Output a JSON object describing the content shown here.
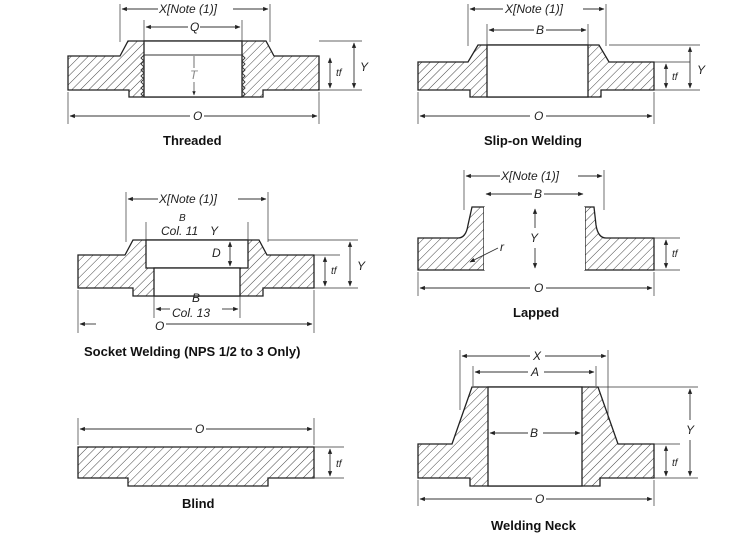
{
  "diagrams": {
    "threaded": {
      "caption": "Threaded",
      "x_label": "X[Note (1)]",
      "q_label": "Q",
      "t_label": "T",
      "tf_label": "tf",
      "y_label": "Y",
      "o_label": "O"
    },
    "slip_on": {
      "caption": "Slip-on Welding",
      "x_label": "X[Note (1)]",
      "b_label": "B",
      "tf_label": "tf",
      "y_label": "Y",
      "o_label": "O"
    },
    "socket": {
      "caption": "Socket Welding (NPS 1/2 to 3 Only)",
      "x_label": "X[Note (1)]",
      "b_top_label": "B",
      "col11_label": "Col. 11",
      "y_inner_label": "Y",
      "d_label": "D",
      "tf_label": "tf",
      "y_label": "Y",
      "b_bottom_label": "B",
      "col13_label": "Col. 13",
      "o_label": "O"
    },
    "lapped": {
      "caption": "Lapped",
      "x_label": "X[Note (1)]",
      "b_label": "B",
      "y_label": "Y",
      "r_label": "r",
      "tf_label": "tf",
      "o_label": "O"
    },
    "blind": {
      "caption": "Blind",
      "o_label": "O",
      "tf_label": "tf"
    },
    "welding_neck": {
      "caption": "Welding Neck",
      "x_label": "X",
      "a_label": "A",
      "b_label": "B",
      "y_label": "Y",
      "tf_label": "tf",
      "o_label": "O"
    }
  }
}
